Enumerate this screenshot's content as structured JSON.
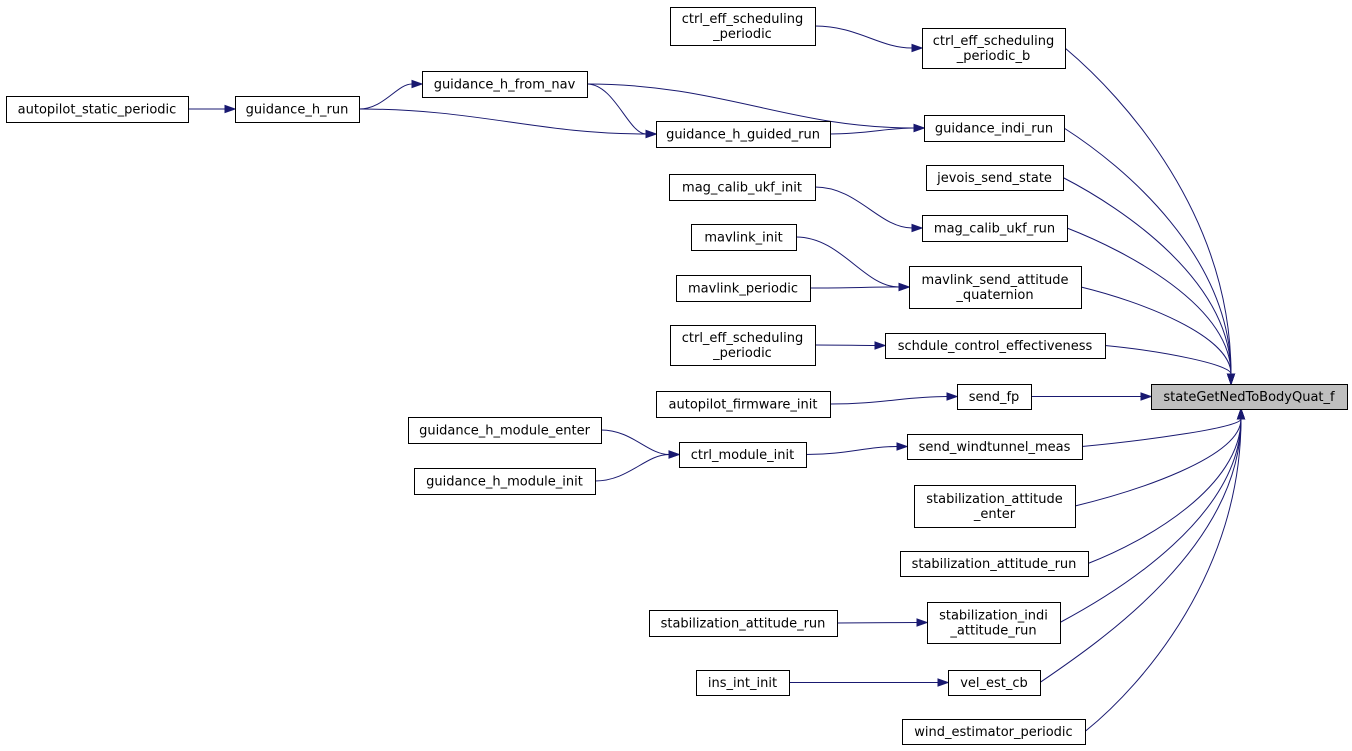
{
  "graph": {
    "root": "stateGetNedToBodyQuat_f",
    "nodes": {
      "root": [
        "stateGetNedToBodyQuat_f"
      ],
      "ctrl_eff_b": [
        "ctrl_eff_scheduling",
        "_periodic_b"
      ],
      "ctrl_eff_p1": [
        "ctrl_eff_scheduling",
        "_periodic"
      ],
      "autopilot_static": [
        "autopilot_static_periodic"
      ],
      "guidance_h_run": [
        "guidance_h_run"
      ],
      "guidance_h_from_nav": [
        "guidance_h_from_nav"
      ],
      "guidance_h_guided_run": [
        "guidance_h_guided_run"
      ],
      "guidance_indi_run": [
        "guidance_indi_run"
      ],
      "jevois_send_state": [
        "jevois_send_state"
      ],
      "mag_calib_ukf_init": [
        "mag_calib_ukf_init"
      ],
      "mag_calib_ukf_run": [
        "mag_calib_ukf_run"
      ],
      "mavlink_init": [
        "mavlink_init"
      ],
      "mavlink_periodic": [
        "mavlink_periodic"
      ],
      "mavlink_send_att": [
        "mavlink_send_attitude",
        "_quaternion"
      ],
      "ctrl_eff_p2": [
        "ctrl_eff_scheduling",
        "_periodic"
      ],
      "schdule_ce": [
        "schdule_control_effectiveness"
      ],
      "autopilot_fw_init": [
        "autopilot_firmware_init"
      ],
      "send_fp": [
        "send_fp"
      ],
      "gh_module_enter": [
        "guidance_h_module_enter"
      ],
      "gh_module_init": [
        "guidance_h_module_init"
      ],
      "ctrl_module_init": [
        "ctrl_module_init"
      ],
      "send_windtunnel": [
        "send_windtunnel_meas"
      ],
      "stab_att_enter": [
        "stabilization_attitude",
        "_enter"
      ],
      "stab_att_run_r": [
        "stabilization_attitude_run"
      ],
      "stab_att_run_l": [
        "stabilization_attitude_run"
      ],
      "stab_indi": [
        "stabilization_indi",
        "_attitude_run"
      ],
      "ins_int_init": [
        "ins_int_init"
      ],
      "vel_est_cb": [
        "vel_est_cb"
      ],
      "wind_est": [
        "wind_estimator_periodic"
      ]
    },
    "edges": [
      [
        "ctrl_eff_p1",
        "ctrl_eff_b"
      ],
      [
        "ctrl_eff_b",
        "root"
      ],
      [
        "autopilot_static",
        "guidance_h_run"
      ],
      [
        "guidance_h_run",
        "guidance_h_from_nav"
      ],
      [
        "guidance_h_run",
        "guidance_h_guided_run"
      ],
      [
        "guidance_h_from_nav",
        "guidance_h_guided_run"
      ],
      [
        "guidance_h_from_nav",
        "guidance_indi_run"
      ],
      [
        "guidance_h_guided_run",
        "guidance_indi_run"
      ],
      [
        "guidance_indi_run",
        "root"
      ],
      [
        "jevois_send_state",
        "root"
      ],
      [
        "mag_calib_ukf_init",
        "mag_calib_ukf_run"
      ],
      [
        "mag_calib_ukf_run",
        "root"
      ],
      [
        "mavlink_init",
        "mavlink_send_att"
      ],
      [
        "mavlink_periodic",
        "mavlink_send_att"
      ],
      [
        "mavlink_send_att",
        "root"
      ],
      [
        "ctrl_eff_p2",
        "schdule_ce"
      ],
      [
        "schdule_ce",
        "root"
      ],
      [
        "autopilot_fw_init",
        "send_fp"
      ],
      [
        "send_fp",
        "root"
      ],
      [
        "gh_module_enter",
        "ctrl_module_init"
      ],
      [
        "gh_module_init",
        "ctrl_module_init"
      ],
      [
        "ctrl_module_init",
        "send_windtunnel"
      ],
      [
        "send_windtunnel",
        "root"
      ],
      [
        "stab_att_enter",
        "root"
      ],
      [
        "stab_att_run_r",
        "root"
      ],
      [
        "stab_att_run_l",
        "stab_indi"
      ],
      [
        "stab_indi",
        "root"
      ],
      [
        "ins_int_init",
        "vel_est_cb"
      ],
      [
        "vel_est_cb",
        "root"
      ],
      [
        "wind_est",
        "root"
      ]
    ],
    "colors": {
      "edge": "#191970",
      "root_fill": "#bfbfbf",
      "node_fill": "#ffffff",
      "node_stroke": "#000000"
    }
  }
}
